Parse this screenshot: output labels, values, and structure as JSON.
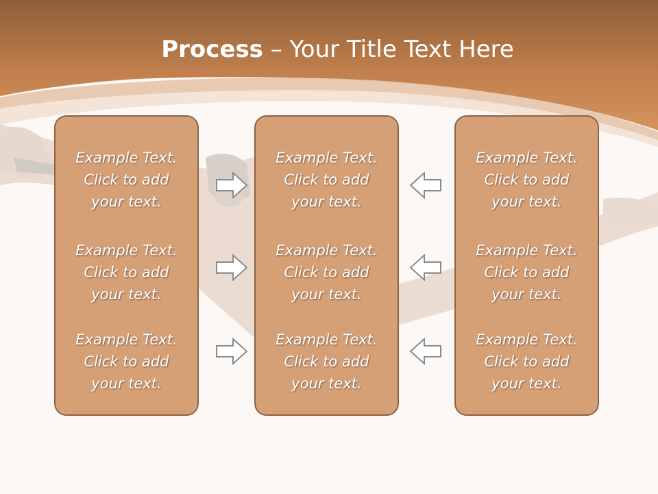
{
  "title": {
    "bold": "Process",
    "rest": " – Your Title Text Here"
  },
  "panels": [
    {
      "items": [
        [
          "Example Text.",
          "Click  to add",
          "your text."
        ],
        [
          "Example Text.",
          "Click  to add",
          "your text."
        ],
        [
          "Example Text.",
          "Click  to add",
          "your text."
        ]
      ]
    },
    {
      "items": [
        [
          "Example Text.",
          "Click  to add",
          "your text."
        ],
        [
          "Example Text.",
          "Click  to add",
          "your text."
        ],
        [
          "Example Text.",
          "Click  to add",
          "your text."
        ]
      ]
    },
    {
      "items": [
        [
          "Example Text.",
          "Click  to add",
          "your text."
        ],
        [
          "Example Text.",
          "Click  to add",
          "your text."
        ],
        [
          "Example Text.",
          "Click  to add",
          "your text."
        ]
      ]
    }
  ],
  "arrows": {
    "left_column": "right-arrow-icon",
    "right_column": "left-arrow-icon"
  },
  "colors": {
    "header": "#c98853",
    "panel": "#d6a077",
    "panel_border": "#8c6346",
    "background": "#fcf8f5"
  }
}
